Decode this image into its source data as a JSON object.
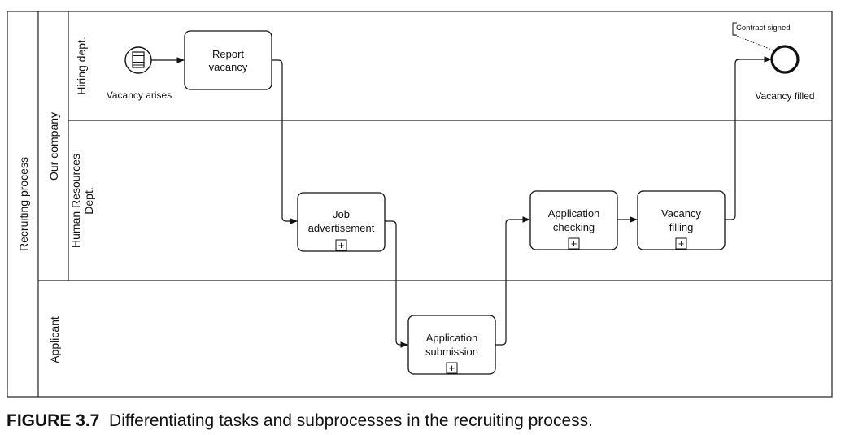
{
  "pool": {
    "label": "Recruiting process"
  },
  "lanes": {
    "company": "Our company",
    "hiring": "Hiring dept.",
    "hr_line1": "Human Resources",
    "hr_line2": "Dept.",
    "applicant": "Applicant"
  },
  "tasks": {
    "report_vacancy": [
      "Report",
      "vacancy"
    ],
    "job_advertisement": [
      "Job",
      "advertisement"
    ],
    "application_submission": [
      "Application",
      "submission"
    ],
    "application_checking": [
      "Application",
      "checking"
    ],
    "vacancy_filling": [
      "Vacancy",
      "filling"
    ]
  },
  "events": {
    "start_label": "Vacancy arises",
    "end_label": "Vacancy filled",
    "annotation": "Contract signed"
  },
  "subprocess_marker": "+",
  "caption": {
    "number": "FIGURE 3.7",
    "text": "Differentiating tasks and subprocesses in the recruiting process."
  }
}
